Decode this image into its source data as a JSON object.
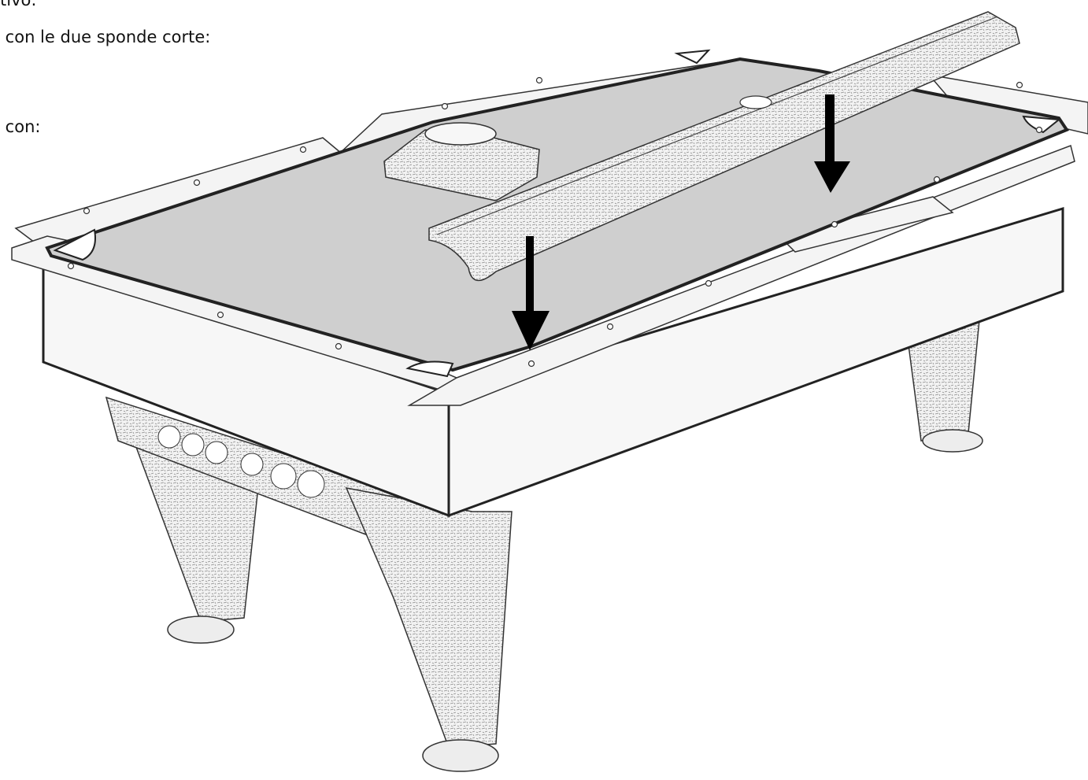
{
  "text_lines": [
    "tivo:",
    " con le due sponde corte:",
    " con:"
  ],
  "colors": {
    "felt": "#cfcfcf",
    "wood": "#f4f4f4",
    "line": "#222222",
    "arrow": "#000000",
    "texture": "#8a8a8a"
  },
  "icons": {
    "arrow_1": "down-arrow-icon",
    "arrow_2": "down-arrow-icon"
  }
}
